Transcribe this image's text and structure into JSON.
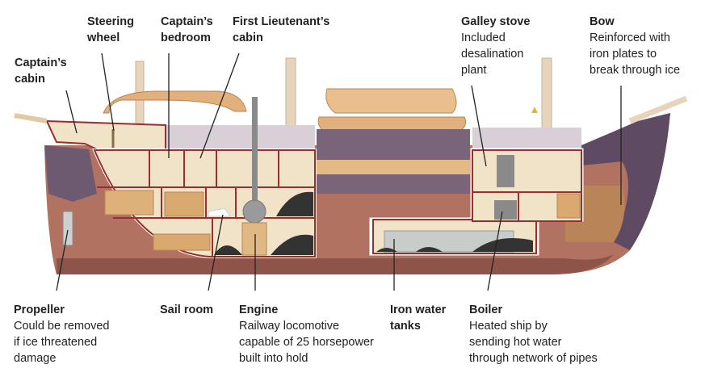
{
  "diagram": {
    "subject": "Ship cross-section",
    "colors": {
      "hull_light": "#b27262",
      "hull_dark": "#8e544a",
      "hull_purple": "#6e5a70",
      "deck_band": "#7a6479",
      "room_wall": "#9a2e2e",
      "room_fill": "#f1e3c8",
      "wood": "#e8bb86",
      "wood_dark": "#c99561",
      "superstructure": "#d8cfd8",
      "coal": "#333333",
      "tank": "#c8ccca",
      "metal": "#8a8a8a",
      "leader_line": "#222222"
    },
    "callouts": [
      {
        "id": "captains-cabin",
        "title": "Captain’s\ncabin",
        "desc": ""
      },
      {
        "id": "steering-wheel",
        "title": "Steering\nwheel",
        "desc": ""
      },
      {
        "id": "captains-bedroom",
        "title": "Captain’s\nbedroom",
        "desc": ""
      },
      {
        "id": "first-lieutenants-cabin",
        "title": "First Lieutenant’s\ncabin",
        "desc": ""
      },
      {
        "id": "galley-stove",
        "title": "Galley stove",
        "desc": "Included\ndesalination\nplant"
      },
      {
        "id": "bow",
        "title": "Bow",
        "desc": "Reinforced with\niron plates to\nbreak through ice"
      },
      {
        "id": "propeller",
        "title": "Propeller",
        "desc": "Could be removed\nif ice threatened\ndamage"
      },
      {
        "id": "sail-room",
        "title": "Sail room",
        "desc": ""
      },
      {
        "id": "engine",
        "title": "Engine",
        "desc": "Railway locomotive\ncapable of 25 horsepower\nbuilt into hold"
      },
      {
        "id": "iron-water-tanks",
        "title": "Iron water\ntanks",
        "desc": ""
      },
      {
        "id": "boiler",
        "title": "Boiler",
        "desc": "Heated ship by\nsending hot water\nthrough network of pipes"
      }
    ]
  }
}
